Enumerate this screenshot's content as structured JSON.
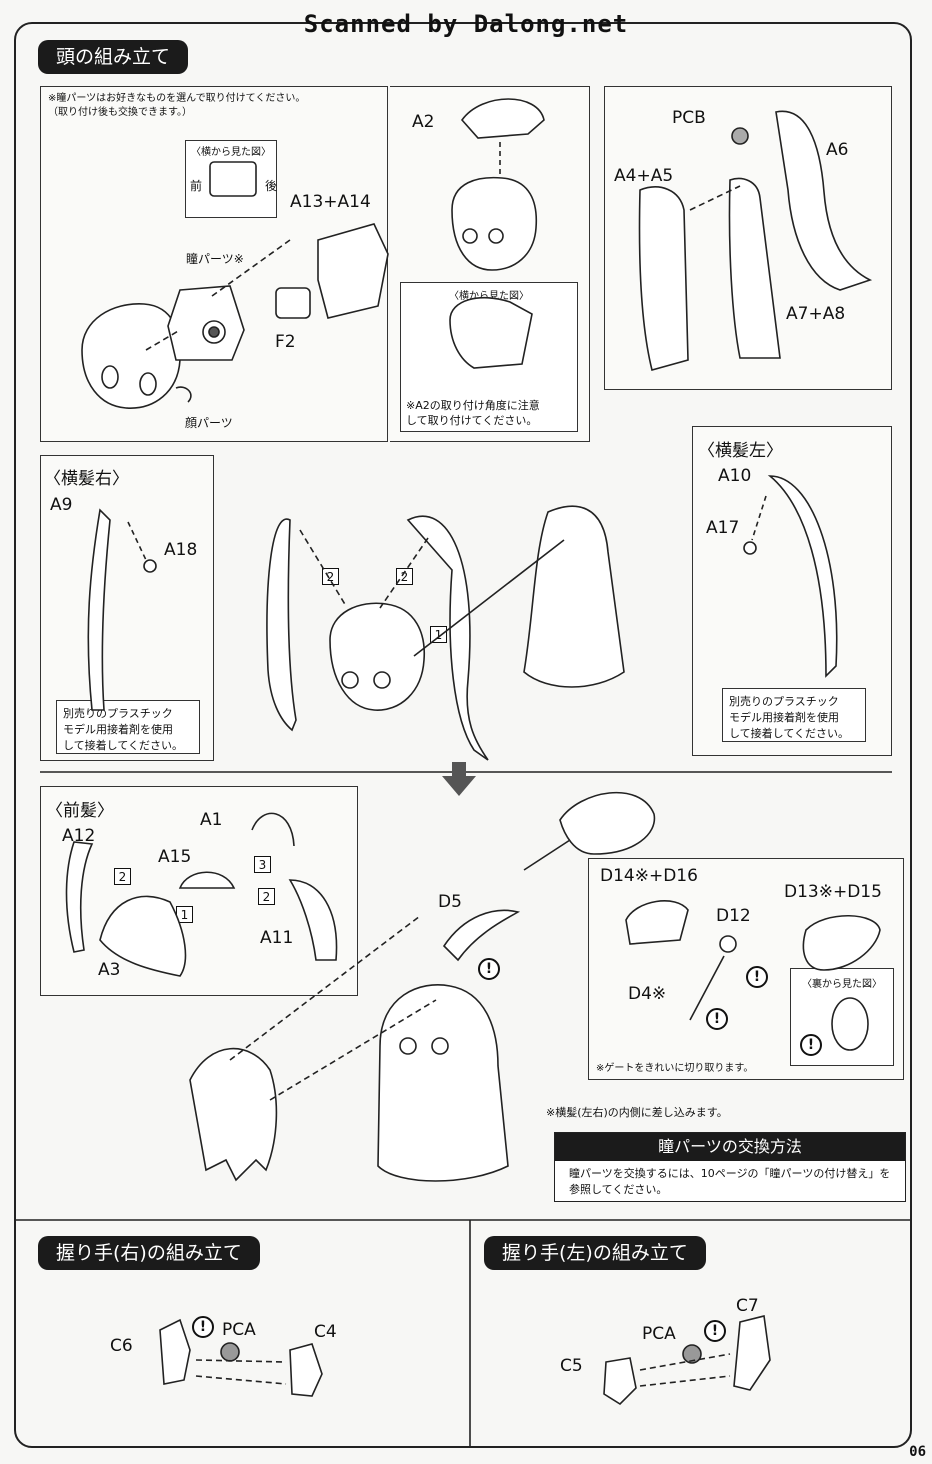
{
  "header": {
    "scan_credit": "Scanned by Dalong.net"
  },
  "page_number": "06",
  "sections": {
    "head_assembly": {
      "title": "頭の組み立て"
    },
    "grip_right": {
      "title": "握り手(右)の組み立て"
    },
    "grip_left": {
      "title": "握り手(左)の組み立て"
    },
    "eye_exchange": {
      "title": "瞳パーツの交換方法",
      "body": "瞳パーツを交換するには、10ページの「瞳パーツの付け替え」を参照してください。"
    }
  },
  "panel1": {
    "note": "※瞳パーツはお好きなものを選んで取り付けてください。\n（取り付け後も交換できます。）",
    "side_view": "〈横から見た図〉",
    "front": "前",
    "back": "後",
    "eye_parts": "瞳パーツ※",
    "face_parts": "顔パーツ",
    "a13_a14": "A13+A14",
    "f2": "F2"
  },
  "panel2": {
    "a2": "A2",
    "side_view": "〈横から見た図〉",
    "note": "※A2の取り付け角度に注意\nして取り付けてください。"
  },
  "panel3": {
    "pcb": "PCB",
    "a6": "A6",
    "a4a5": "A4+A5",
    "a7a8": "A7+A8"
  },
  "side_hair_right": {
    "heading": "〈横髪右〉",
    "a9": "A9",
    "a18": "A18",
    "glue_note": "別売りのプラスチック\nモデル用接着剤を使用\nして接着してください。"
  },
  "side_hair_left": {
    "heading": "〈横髪左〉",
    "a10": "A10",
    "a17": "A17",
    "glue_note": "別売りのプラスチック\nモデル用接着剤を使用\nして接着してください。"
  },
  "steps": {
    "one": "1",
    "two": "2",
    "three": "3"
  },
  "bangs": {
    "heading": "〈前髪〉",
    "a12": "A12",
    "a1": "A1",
    "a15": "A15",
    "a11": "A11",
    "a3": "A3"
  },
  "accessory": {
    "d5": "D5",
    "d14d16": "D14※+D16",
    "d13d15": "D13※+D15",
    "d12": "D12",
    "d4": "D4※",
    "back_view": "〈裏から見た図〉",
    "gate_note": "※ゲートをきれいに切り取ります。",
    "insert_note": "※横髪(左右)の内側に差し込みます。"
  },
  "grips": {
    "right": {
      "c6": "C6",
      "pca": "PCA",
      "c4": "C4"
    },
    "left": {
      "c7": "C7",
      "pca": "PCA",
      "c5": "C5"
    }
  },
  "caution_mark": "!"
}
